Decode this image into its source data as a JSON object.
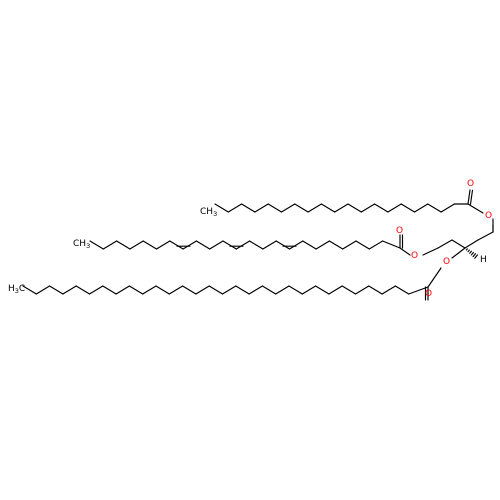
{
  "molecule": {
    "atom_labels": {
      "oxygen": "O",
      "hydrogen": "H",
      "methyl_top": "CH",
      "methyl_mid": "CH",
      "methyl_bottom_prefix": "H",
      "methyl_bottom_suffix": "C",
      "subscript_3": "3"
    },
    "colors": {
      "bond": "#000000",
      "oxygen": "#ff0000",
      "carbon_label": "#000000"
    }
  }
}
